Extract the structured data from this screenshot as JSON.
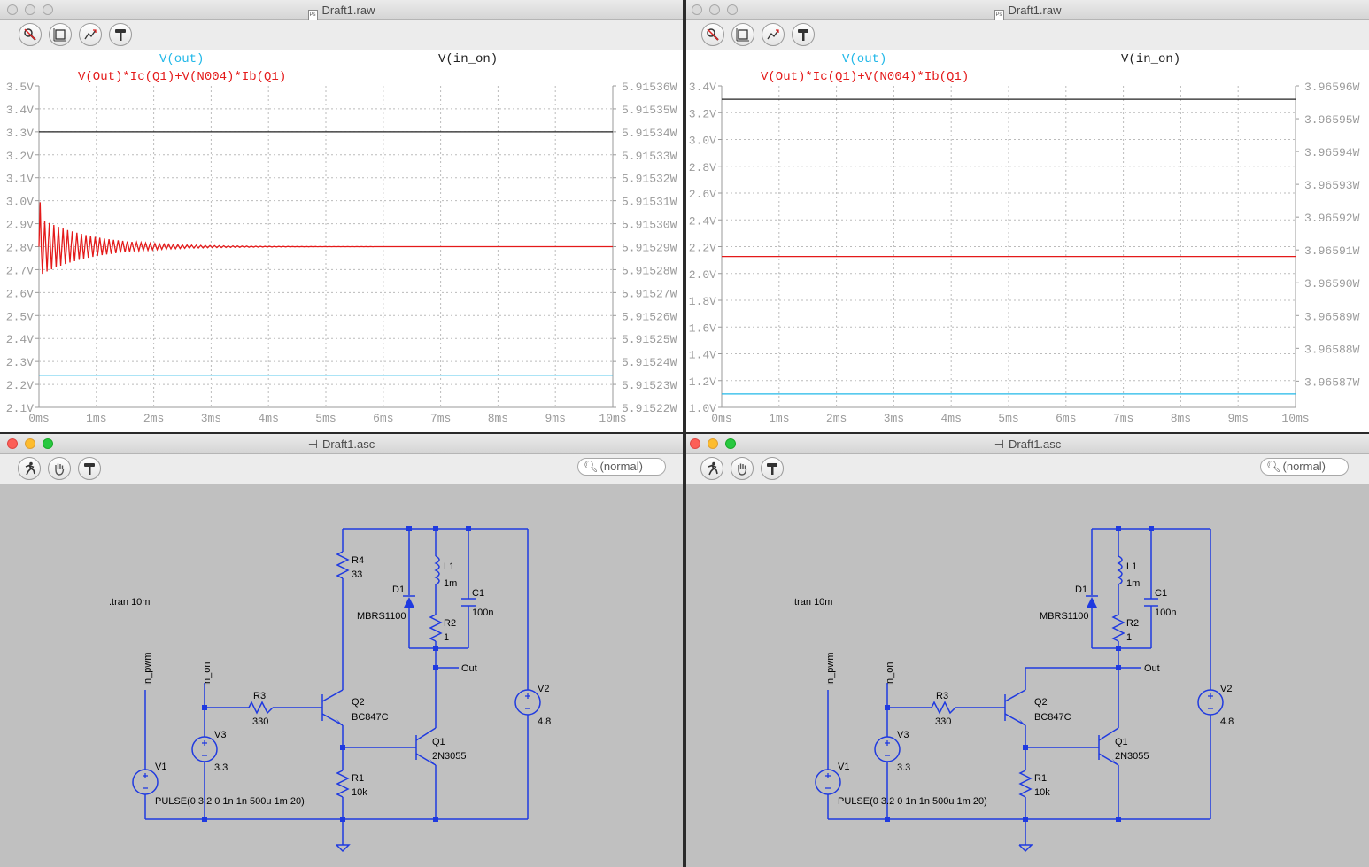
{
  "colors": {
    "trace_vout": "#22b8e8",
    "trace_vin_on": "#222222",
    "trace_power": "#e41a1a",
    "axis_text": "#9a9a9a",
    "wire": "#1f3ae0",
    "schematic_bg": "#c0c0c0"
  },
  "plot_left": {
    "title": "Draft1.raw",
    "labels": {
      "vout": "V(out)",
      "vin_on": "V(in_on)",
      "power": "V(Out)*Ic(Q1)+V(N004)*Ib(Q1)"
    },
    "chart_data": {
      "type": "line",
      "xlabel": "",
      "ylabel": "",
      "x_ticks": [
        "0ms",
        "1ms",
        "2ms",
        "3ms",
        "4ms",
        "5ms",
        "6ms",
        "7ms",
        "8ms",
        "9ms",
        "10ms"
      ],
      "xlim_ms": [
        0,
        10
      ],
      "y_left_ticks": [
        "3.5V",
        "3.4V",
        "3.3V",
        "3.2V",
        "3.1V",
        "3.0V",
        "2.9V",
        "2.8V",
        "2.7V",
        "2.6V",
        "2.5V",
        "2.4V",
        "2.3V",
        "2.2V",
        "2.1V"
      ],
      "y_left_lim": [
        2.1,
        3.5
      ],
      "y_right_ticks": [
        "5.91536W",
        "5.91535W",
        "5.91534W",
        "5.91533W",
        "5.91532W",
        "5.91531W",
        "5.91530W",
        "5.91529W",
        "5.91528W",
        "5.91527W",
        "5.91526W",
        "5.91525W",
        "5.91524W",
        "5.91523W",
        "5.91522W"
      ],
      "y_right_lim": [
        5.91522,
        5.91536
      ],
      "grid": true,
      "series": [
        {
          "name": "V(in_on)",
          "axis": "left",
          "x": [
            0,
            10
          ],
          "y": [
            3.3,
            3.3
          ]
        },
        {
          "name": "V(out)",
          "axis": "left",
          "x": [
            0,
            10
          ],
          "y": [
            2.24,
            2.24
          ]
        },
        {
          "name": "V(Out)*Ic(Q1)+V(N004)*Ib(Q1)",
          "axis": "right",
          "style": "damped-ringing",
          "x": [
            0,
            0.1,
            0.5,
            1,
            2,
            3,
            4,
            5,
            10
          ],
          "y": [
            5.915293,
            5.915297,
            5.915291,
            5.91529,
            5.91529,
            5.91529,
            5.91529,
            5.91529,
            5.91529
          ]
        }
      ]
    }
  },
  "plot_right": {
    "title": "Draft1.raw",
    "labels": {
      "vout": "V(out)",
      "vin_on": "V(in_on)",
      "power": "V(Out)*Ic(Q1)+V(N004)*Ib(Q1)"
    },
    "chart_data": {
      "type": "line",
      "xlabel": "",
      "ylabel": "",
      "x_ticks": [
        "0ms",
        "1ms",
        "2ms",
        "3ms",
        "4ms",
        "5ms",
        "6ms",
        "7ms",
        "8ms",
        "9ms",
        "10ms"
      ],
      "xlim_ms": [
        0,
        10
      ],
      "y_left_ticks": [
        "3.4V",
        "3.2V",
        "3.0V",
        "2.8V",
        "2.6V",
        "2.4V",
        "2.2V",
        "2.0V",
        "1.8V",
        "1.6V",
        "1.4V",
        "1.2V",
        "1.0V"
      ],
      "y_left_lim": [
        1.0,
        3.4
      ],
      "y_right_ticks": [
        "3.96596W",
        "3.96595W",
        "3.96594W",
        "3.96593W",
        "3.96592W",
        "3.96591W",
        "3.96590W",
        "3.96589W",
        "3.96588W",
        "3.96587W"
      ],
      "y_right_lim": [
        3.965862,
        3.96596
      ],
      "grid": true,
      "series": [
        {
          "name": "V(in_on)",
          "axis": "left",
          "x": [
            0,
            10
          ],
          "y": [
            3.3,
            3.3
          ]
        },
        {
          "name": "V(out)",
          "axis": "left",
          "x": [
            0,
            10
          ],
          "y": [
            1.1,
            1.1
          ]
        },
        {
          "name": "V(Out)*Ic(Q1)+V(N004)*Ib(Q1)",
          "axis": "right",
          "x": [
            0,
            10
          ],
          "y": [
            3.965908,
            3.965908
          ]
        }
      ]
    }
  },
  "schematic_left": {
    "title": "Draft1.asc",
    "search_placeholder": "(normal)",
    "directive": ".tran 10m",
    "labels": {
      "in_pwm": "In_pwm",
      "in_on": "In_on",
      "out": "Out",
      "r3": "R3",
      "r3v": "330",
      "r4": "R4",
      "r4v": "33",
      "r1": "R1",
      "r1v": "10k",
      "r2": "R2",
      "r2v": "1",
      "l1": "L1",
      "l1v": "1m",
      "c1": "C1",
      "c1v": "100n",
      "d1": "D1",
      "d1v": "MBRS1100",
      "q1": "Q1",
      "q1v": "2N3055",
      "q2": "Q2",
      "q2v": "BC847C",
      "v1": "V1",
      "v1v": "PULSE(0 3.2 0 1n 1n 500u 1m 20)",
      "v2": "V2",
      "v2v": "4.8",
      "v3": "V3",
      "v3v": "3.3"
    }
  },
  "schematic_right": {
    "title": "Draft1.asc",
    "search_placeholder": "(normal)",
    "directive": ".tran 10m",
    "labels": {
      "in_pwm": "In_pwm",
      "in_on": "In_on",
      "out": "Out",
      "r3": "R3",
      "r3v": "330",
      "r1": "R1",
      "r1v": "10k",
      "r2": "R2",
      "r2v": "1",
      "l1": "L1",
      "l1v": "1m",
      "c1": "C1",
      "c1v": "100n",
      "d1": "D1",
      "d1v": "MBRS1100",
      "q1": "Q1",
      "q1v": "2N3055",
      "q2": "Q2",
      "q2v": "BC847C",
      "v1": "V1",
      "v1v": "PULSE(0 3.2 0 1n 1n 500u 1m 20)",
      "v2": "V2",
      "v2v": "4.8",
      "v3": "V3",
      "v3v": "3.3"
    }
  }
}
